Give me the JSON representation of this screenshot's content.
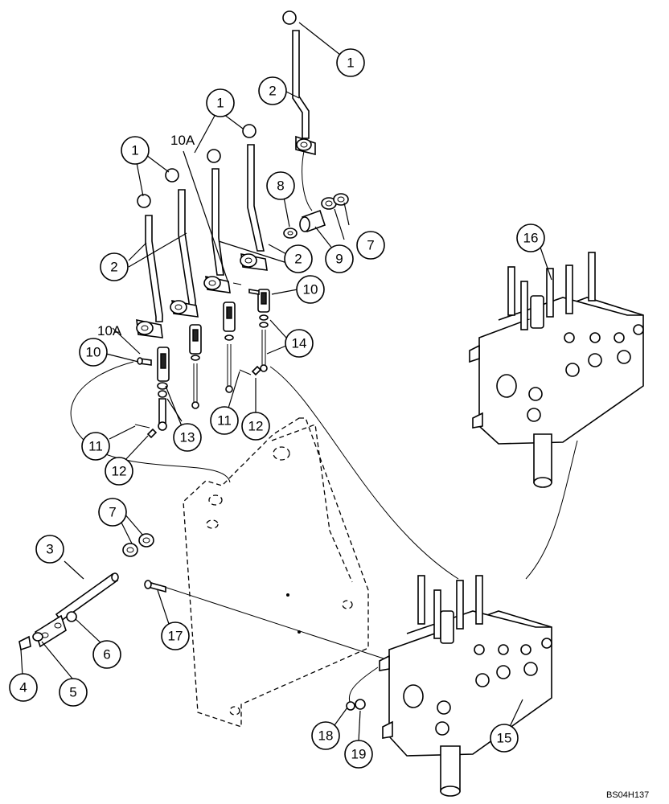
{
  "drawing_code": "BS04H137",
  "free_labels": [
    {
      "id": "upper-10a",
      "text": "10A"
    },
    {
      "id": "lower-10a",
      "text": "10A"
    }
  ],
  "callouts": [
    {
      "id": "c1a",
      "text": "1"
    },
    {
      "id": "c1b",
      "text": "1"
    },
    {
      "id": "c1c",
      "text": "1"
    },
    {
      "id": "c2a",
      "text": "2"
    },
    {
      "id": "c2b",
      "text": "2"
    },
    {
      "id": "c2c",
      "text": "2"
    },
    {
      "id": "c3",
      "text": "3"
    },
    {
      "id": "c4",
      "text": "4"
    },
    {
      "id": "c5",
      "text": "5"
    },
    {
      "id": "c6",
      "text": "6"
    },
    {
      "id": "c7a",
      "text": "7"
    },
    {
      "id": "c7b",
      "text": "7"
    },
    {
      "id": "c8",
      "text": "8"
    },
    {
      "id": "c9",
      "text": "9"
    },
    {
      "id": "c10a",
      "text": "10"
    },
    {
      "id": "c10b",
      "text": "10"
    },
    {
      "id": "c11a",
      "text": "11"
    },
    {
      "id": "c11b",
      "text": "11"
    },
    {
      "id": "c12a",
      "text": "12"
    },
    {
      "id": "c12b",
      "text": "12"
    },
    {
      "id": "c13",
      "text": "13"
    },
    {
      "id": "c14",
      "text": "14"
    },
    {
      "id": "c15",
      "text": "15"
    },
    {
      "id": "c16",
      "text": "16"
    },
    {
      "id": "c17",
      "text": "17"
    },
    {
      "id": "c18",
      "text": "18"
    },
    {
      "id": "c19",
      "text": "19"
    }
  ]
}
